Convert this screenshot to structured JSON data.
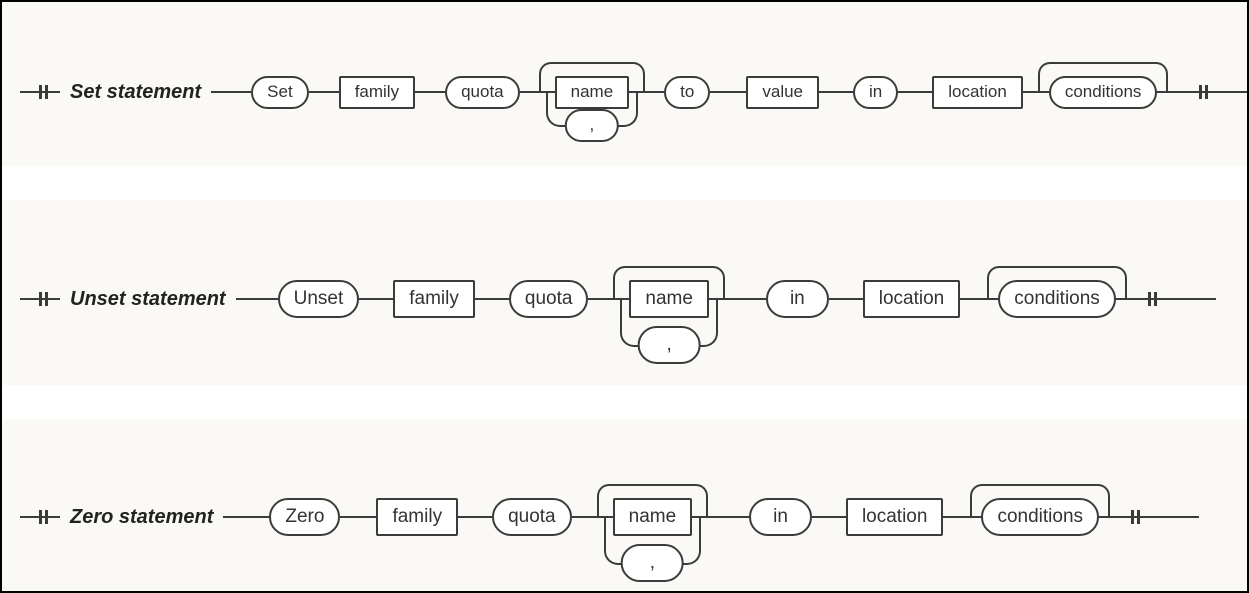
{
  "page": {
    "background": "#ffffff",
    "band_color": "#faf9f5",
    "line_color": "#3b3b3b",
    "frame_border_color": "#000000",
    "text_color": "#333333"
  },
  "diagrams": [
    {
      "label": "Set statement",
      "sequence": [
        {
          "type": "terminal",
          "text": "Set"
        },
        {
          "type": "nonterminal",
          "text": "family"
        },
        {
          "type": "terminal",
          "text": "quota"
        },
        {
          "type": "repeat-optional-nonterminal",
          "text": "name",
          "separator": ","
        },
        {
          "type": "terminal",
          "text": "to"
        },
        {
          "type": "nonterminal",
          "text": "value"
        },
        {
          "type": "terminal",
          "text": "in"
        },
        {
          "type": "nonterminal",
          "text": "location"
        },
        {
          "type": "optional-terminal",
          "text": "conditions"
        }
      ]
    },
    {
      "label": "Unset statement",
      "sequence": [
        {
          "type": "terminal",
          "text": "Unset"
        },
        {
          "type": "nonterminal",
          "text": "family"
        },
        {
          "type": "terminal",
          "text": "quota"
        },
        {
          "type": "repeat-optional-nonterminal",
          "text": "name",
          "separator": ","
        },
        {
          "type": "terminal",
          "text": "in"
        },
        {
          "type": "nonterminal",
          "text": "location"
        },
        {
          "type": "optional-terminal",
          "text": "conditions"
        }
      ]
    },
    {
      "label": "Zero statement",
      "sequence": [
        {
          "type": "terminal",
          "text": "Zero"
        },
        {
          "type": "nonterminal",
          "text": "family"
        },
        {
          "type": "terminal",
          "text": "quota"
        },
        {
          "type": "repeat-optional-nonterminal",
          "text": "name",
          "separator": ","
        },
        {
          "type": "terminal",
          "text": "in"
        },
        {
          "type": "nonterminal",
          "text": "location"
        },
        {
          "type": "optional-terminal",
          "text": "conditions"
        }
      ]
    }
  ]
}
